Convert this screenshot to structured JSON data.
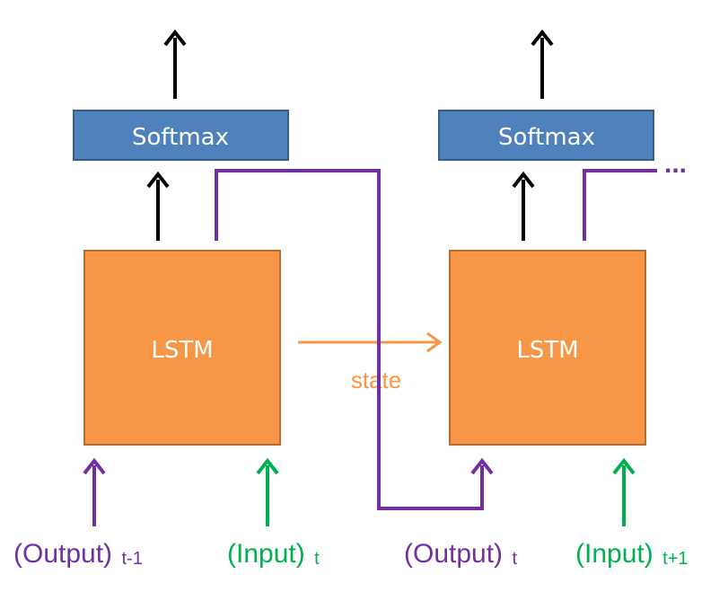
{
  "diagram": {
    "softmax_label": "Softmax",
    "lstm_label": "LSTM",
    "state_label": "state",
    "ellipsis": "...",
    "steps": [
      {
        "output_prefix": "(Output)",
        "output_sub": "t-1",
        "input_prefix": "(Input)",
        "input_sub": "t"
      },
      {
        "output_prefix": "(Output)",
        "output_sub": "t",
        "input_prefix": "(Input)",
        "input_sub": "t+1"
      }
    ],
    "colors": {
      "softmax_fill": "#4f81bd",
      "softmax_stroke": "#385d8a",
      "lstm_fill": "#f79646",
      "lstm_stroke": "#b66d31",
      "output_purple": "#7030a0",
      "input_green": "#00b050",
      "state_orange": "#f79646",
      "arrow_black": "#000000"
    }
  }
}
